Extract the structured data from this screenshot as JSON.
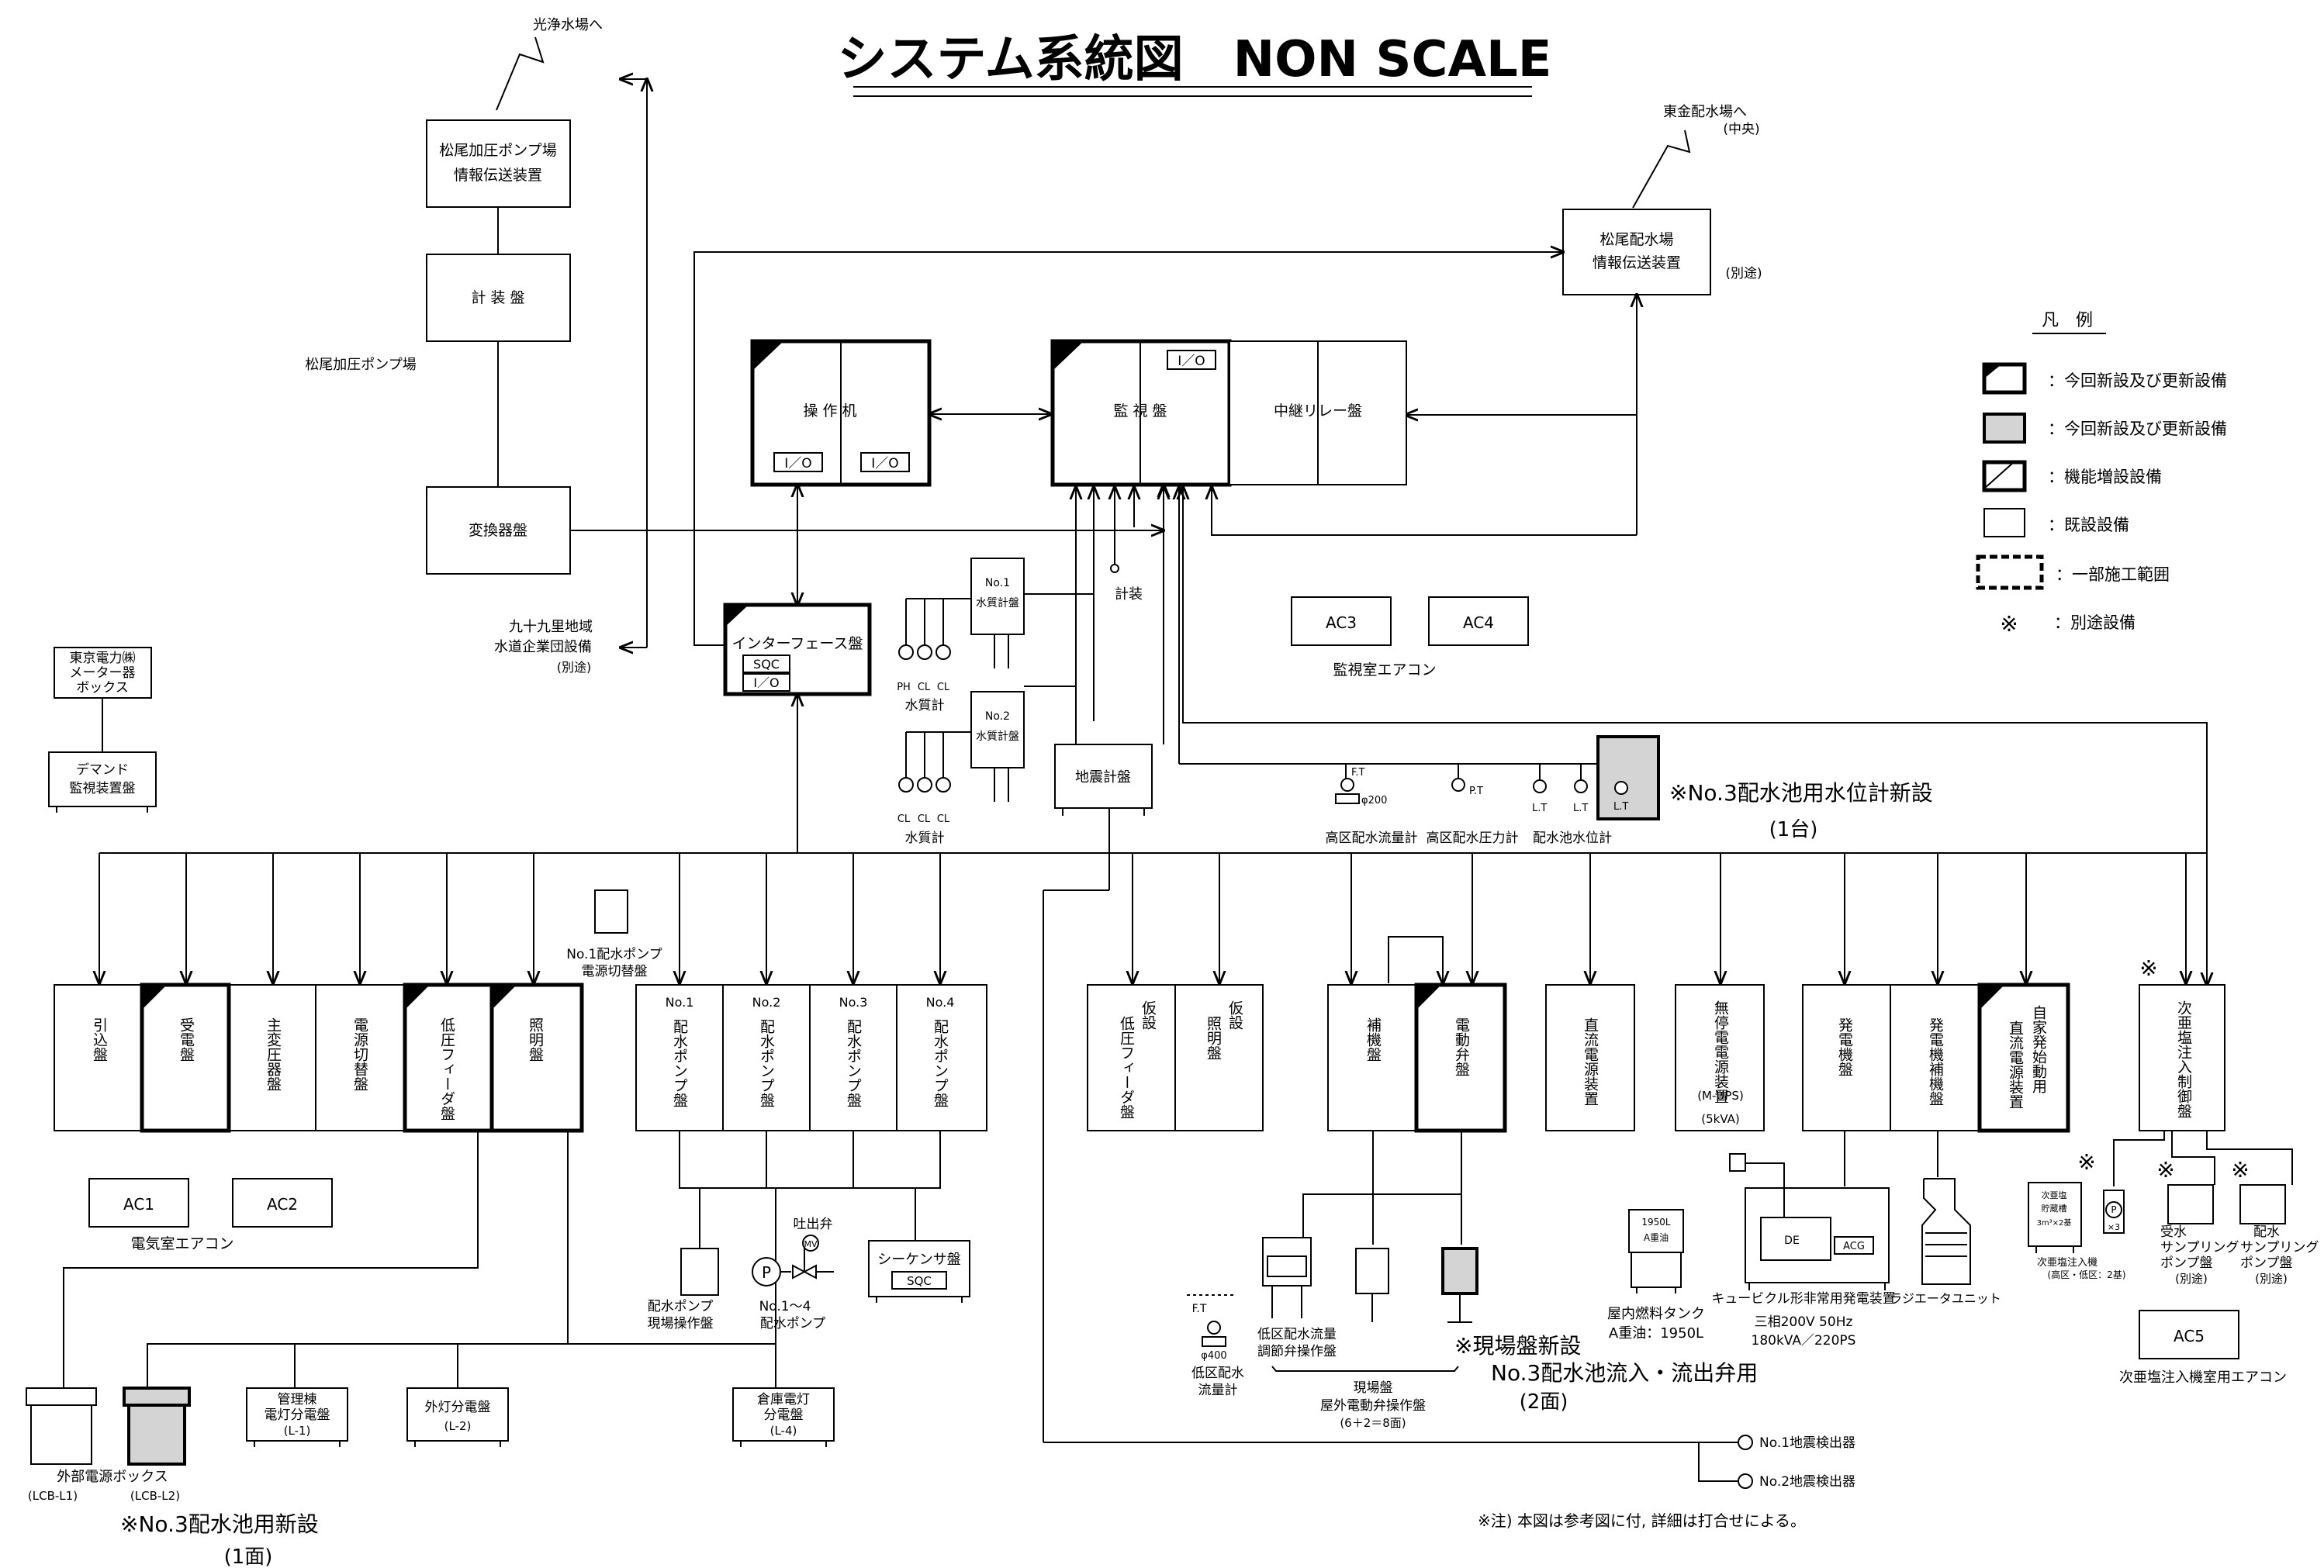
{
  "title": "システム系統図　NON SCALE",
  "legend": {
    "heading": "凡　例",
    "items": [
      "：今回新設及び更新設備",
      "：今回新設及び更新設備",
      "：機能増設設備",
      "：既設設備",
      "：一部施工範囲",
      "：別途設備"
    ],
    "mark": "※"
  },
  "top": {
    "kosei": "光浄水場へ",
    "matsuo_pump_tx": [
      "松尾加圧ポンプ場",
      "情報伝送装置"
    ],
    "keisou": "計 装 盤",
    "matsuo_pump_label": "松尾加圧ポンプ場",
    "henkan": "変換器盤",
    "kujukuri": [
      "九十九里地域",
      "水道企業団設備",
      "(別途)"
    ],
    "togane": [
      "東金配水場へ",
      "(中央)"
    ],
    "matsuo_haisui_tx": [
      "松尾配水場",
      "情報伝送装置"
    ],
    "betto": "(別途)",
    "sousaki": "操 作 机",
    "kanshi": "監 視 盤",
    "chukei": "中継リレー盤",
    "io": "I／O",
    "interface": "インターフェース盤",
    "sqc": "SQC",
    "keisou_small": "計装",
    "ac3": "AC3",
    "ac4": "AC4",
    "kanshi_ac": "監視室エアコン"
  },
  "instruments": {
    "no1_wq": [
      "No.1",
      "水質計盤"
    ],
    "no2_wq": [
      "No.2",
      "水質計盤"
    ],
    "wq1_labels": [
      "PH",
      "CL",
      "CL"
    ],
    "wq1_name": "水質計",
    "wq2_labels": [
      "CL",
      "CL",
      "CL"
    ],
    "wq2_name": "水質計",
    "jishin": "地震計盤",
    "ft": "F.T",
    "pt": "P.T",
    "lt": "L.T",
    "phi200": "φ200",
    "koku_ryuryo": "高区配水流量計",
    "koku_atsu": "高区配水圧力計",
    "haisuichi_level": "配水池水位計",
    "new_level": "※No.3配水池用水位計新設",
    "new_level_count": "(1台)"
  },
  "left": {
    "tepco": [
      "東京電力㈱",
      "メーター器",
      "ボックス"
    ],
    "demand": [
      "デマンド",
      "監視装置盤"
    ],
    "no1_switch": [
      "No.1配水ポンプ",
      "電源切替盤"
    ]
  },
  "panels": {
    "hikikomi": "引込盤",
    "juden": "受電盤",
    "shuhenatsu": "主変圧器盤",
    "dengen_kiri": "電源切替盤",
    "teiatsu": "低圧フィーダ盤",
    "shomei": "照明盤",
    "pump": [
      "配水ポンプ盤",
      "配水ポンプ盤",
      "配水ポンプ盤",
      "配水ポンプ盤"
    ],
    "pump_no": [
      "No.1",
      "No.2",
      "No.3",
      "No.4"
    ],
    "kari_teiatsu": "低圧フィーダ盤",
    "kari": "仮設",
    "kari_shomei": "照明盤",
    "hoki": "補機盤",
    "dendoben": "電動弁盤",
    "chokuryu": "直流電源装置",
    "mutei": "無停電電源装置",
    "mups": "(M-UPS)",
    "mups_kva": "(5kVA)",
    "hatsuden": "発電機盤",
    "hatsuden_hoki": "発電機補機盤",
    "jika_dc": [
      "自家発始動用",
      "直流電源装置"
    ],
    "jia": "次亜塩注入制御盤"
  },
  "bottom": {
    "ac1": "AC1",
    "ac2": "AC2",
    "denki_ac": "電気室エアコン",
    "genba_sousa": [
      "配水ポンプ",
      "現場操作盤"
    ],
    "toshutsuben": "吐出弁",
    "mv": "MV",
    "pump_name": [
      "No.1～4",
      "配水ポンプ"
    ],
    "sequencer": "シーケンサ盤",
    "sqc": "SQC",
    "kanri": [
      "管理棟",
      "電灯分電盤",
      "(L-1)"
    ],
    "gaito": [
      "外灯分電盤",
      "(L-2)"
    ],
    "soko": [
      "倉庫電灯",
      "分電盤",
      "(L-4)"
    ],
    "ext_box": "外部電源ボックス",
    "lcb1": "(LCB-L1)",
    "lcb2": "(LCB-L2)",
    "new3": "※No.3配水池用新設",
    "new3_count": "(1面)",
    "teiku_panel": [
      "低区配水流量",
      "調節弁操作盤"
    ],
    "ft_small": "F.T",
    "phi400": "φ400",
    "teiku_flow": [
      "低区配水",
      "流量計"
    ],
    "genba_new": "※現場盤新設",
    "genba_new2": "No.3配水池流入・流出弁用",
    "genba_new_count": "(2面)",
    "genba": [
      "現場盤",
      "屋外電動弁操作盤",
      "(6＋2＝8面)"
    ],
    "tank_label": [
      "1950L",
      "A重油"
    ],
    "tank": [
      "屋内燃料タンク",
      "A重油：1950L"
    ],
    "cubicle": "キュービクル形非常用発電装置",
    "cubicle_spec": [
      "三相200V 50Hz",
      "180kVA／220PS"
    ],
    "de": "DE",
    "acg": "ACG",
    "radiator": "ラジエータユニット",
    "jia_tank": [
      "次亜塩",
      "貯蔵槽",
      "3m³×2基"
    ],
    "jia_pump": [
      "次亜塩注入機",
      "(高区・低区：2基)"
    ],
    "x3": "×3",
    "p": "P",
    "juusui": [
      "受水",
      "サンプリング",
      "ポンプ盤",
      "(別途)"
    ],
    "haisui_s": [
      "配水",
      "サンプリング",
      "ポンプ盤",
      "(別途)"
    ],
    "ac5": "AC5",
    "jia_ac": "次亜塩注入機室用エアコン",
    "jishin1": "No.1地震検出器",
    "jishin2": "No.2地震検出器",
    "note": "※注) 本図は参考図に付, 詳細は打合せによる。"
  }
}
